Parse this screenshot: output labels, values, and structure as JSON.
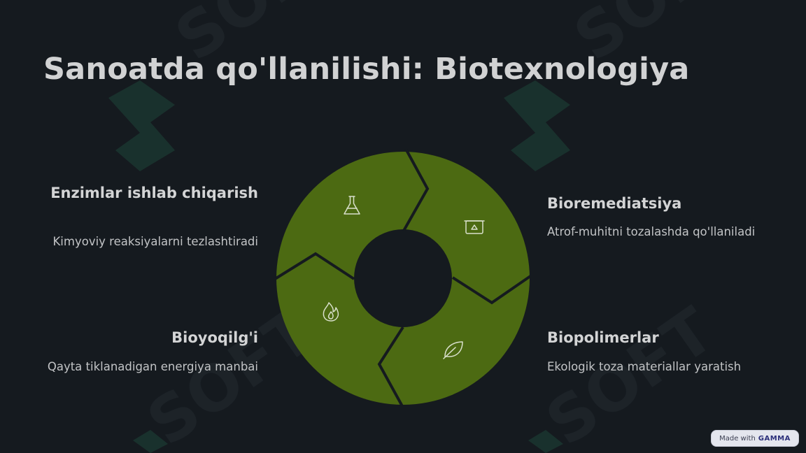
{
  "slide": {
    "title": "Sanoatda qo'llanilishi: Biotexnologiya"
  },
  "items": [
    {
      "heading": "Enzimlar ishlab chiqarish",
      "description": "Kimyoviy reaksiyalarni tezlashtiradi",
      "icon": "flask-icon"
    },
    {
      "heading": "Bioremediatsiya",
      "description": "Atrof-muhitni tozalashda qo'llaniladi",
      "icon": "recycle-bin-icon"
    },
    {
      "heading": "Biopolimerlar",
      "description": "Ekologik toza materiallar yaratish",
      "icon": "leaf-icon"
    },
    {
      "heading": "Bioyoqilg'i",
      "description": "Qayta tiklanadigan energiya manbai",
      "icon": "flame-icon"
    }
  ],
  "badge": {
    "prefix": "Made with",
    "brand": "GAMMA"
  },
  "colors": {
    "background": "#151a1f",
    "segment": "#4c6a12",
    "segment_border": "#151a1f",
    "watermark": "#1f4a3b"
  }
}
